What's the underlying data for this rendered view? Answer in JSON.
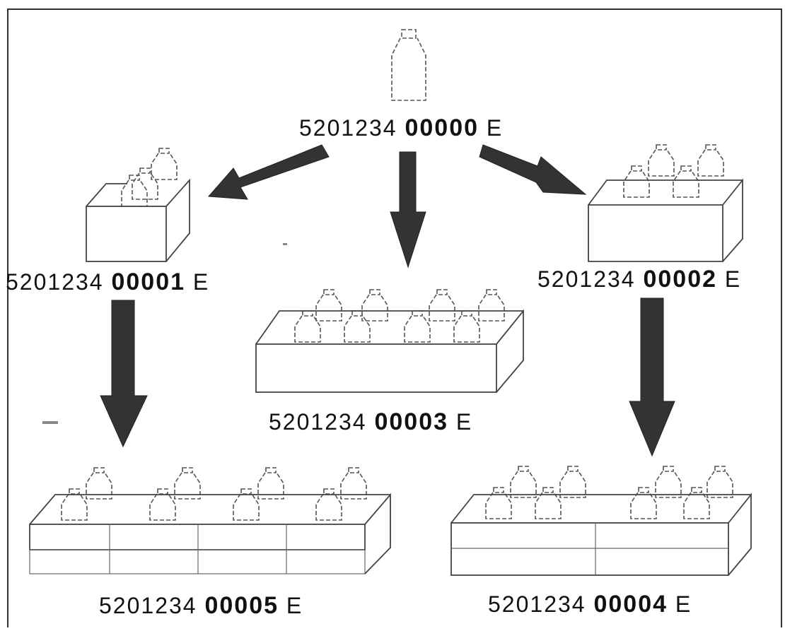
{
  "nodes": [
    {
      "id": "unit",
      "prefix": "5201234",
      "code": "00000",
      "suffix": "E"
    },
    {
      "id": "pack-3",
      "prefix": "5201234",
      "code": "00001",
      "suffix": "E"
    },
    {
      "id": "pack-4",
      "prefix": "5201234",
      "code": "00002",
      "suffix": "E"
    },
    {
      "id": "pack-8",
      "prefix": "5201234",
      "code": "00003",
      "suffix": "E"
    },
    {
      "id": "pack-16",
      "prefix": "5201234",
      "code": "00004",
      "suffix": "E"
    },
    {
      "id": "pack-12",
      "prefix": "5201234",
      "code": "00005",
      "suffix": "E"
    }
  ],
  "colors": {
    "arrow": "#333333",
    "outline": "#444444"
  }
}
